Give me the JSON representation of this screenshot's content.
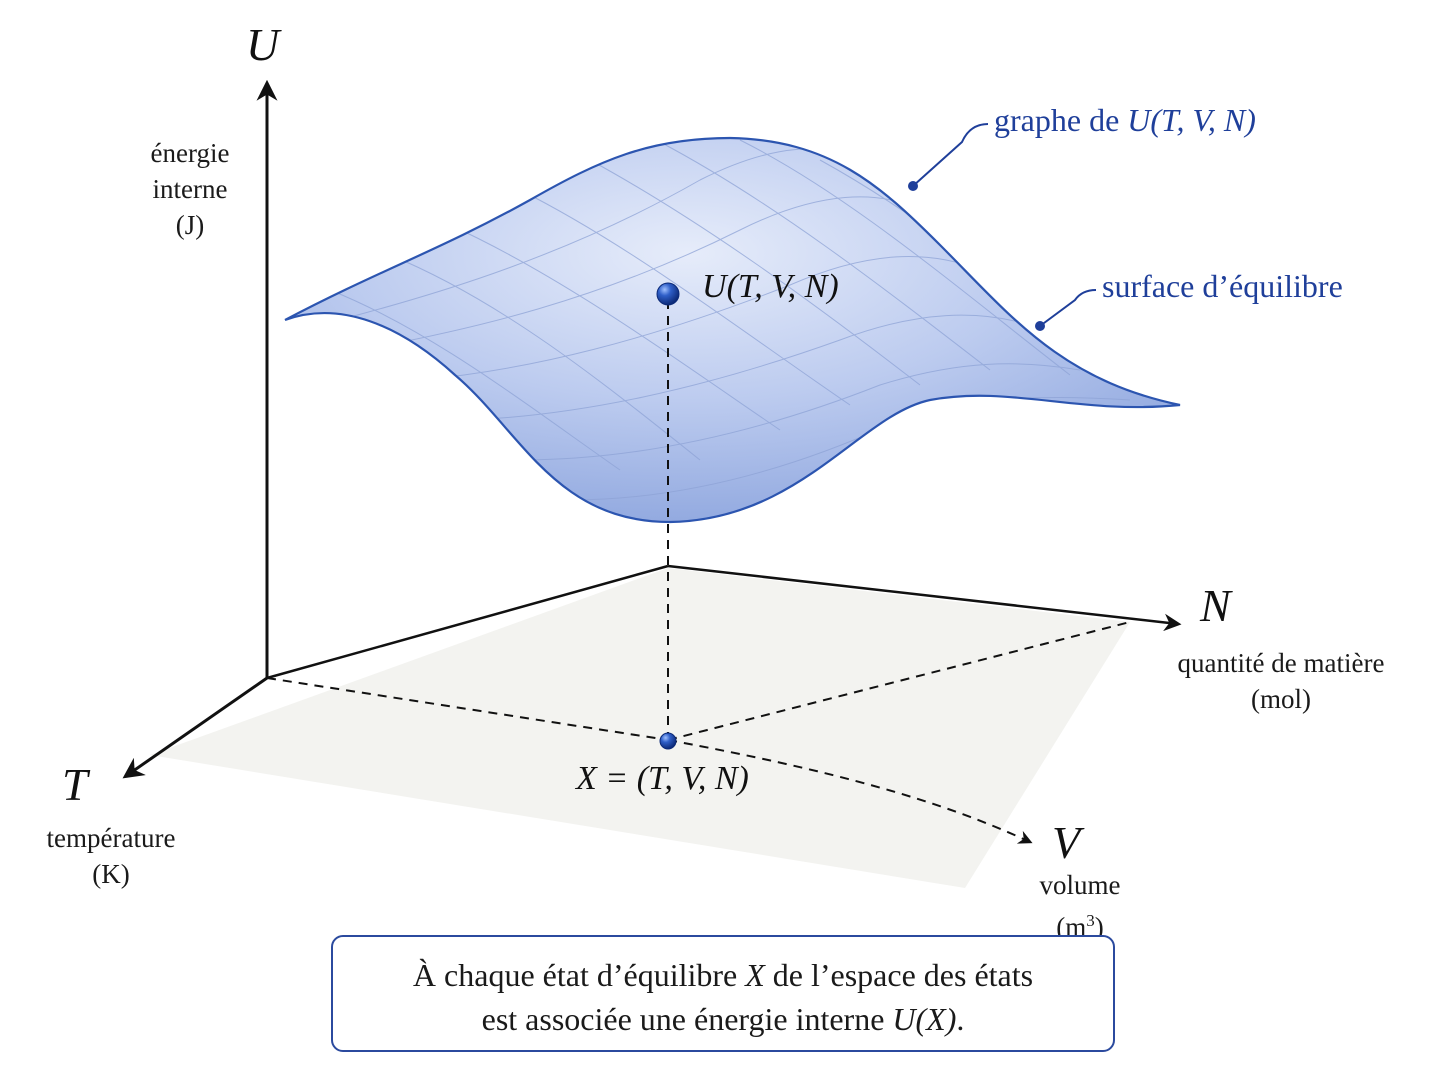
{
  "axes": {
    "u": {
      "letter": "U",
      "desc_line1": "énergie",
      "desc_line2": "interne",
      "unit": "(J)"
    },
    "t": {
      "letter": "T",
      "desc": "température",
      "unit": "(K)"
    },
    "n": {
      "letter": "N",
      "desc": "quantité de matière",
      "unit": "(mol)"
    },
    "v": {
      "letter": "V",
      "desc": "volume",
      "unit_base": "(m",
      "unit_exp": "3",
      "unit_close": ")"
    }
  },
  "annotations": {
    "graph_prefix": "graphe de ",
    "graph_func": "U",
    "graph_args": "(T, V, N)",
    "surface": "surface d’équilibre"
  },
  "points": {
    "upper_func": "U",
    "upper_args": "(T, V, N)",
    "lower_var": "X",
    "lower_eq": " = (T, V, N)"
  },
  "caption": {
    "line1_a": "À chaque état d’équilibre ",
    "line1_var": "X",
    "line1_b": " de l’espace des états",
    "line2_a": "est associée une énergie interne ",
    "line2_func": "U",
    "line2_args": "(X)",
    "line2_end": "."
  },
  "colors": {
    "accent": "#1f3f9a",
    "surface_fill": "#b9c9ee",
    "surface_edge": "#2c55b0",
    "ink": "#111111",
    "plane": "#f3f3f0"
  }
}
